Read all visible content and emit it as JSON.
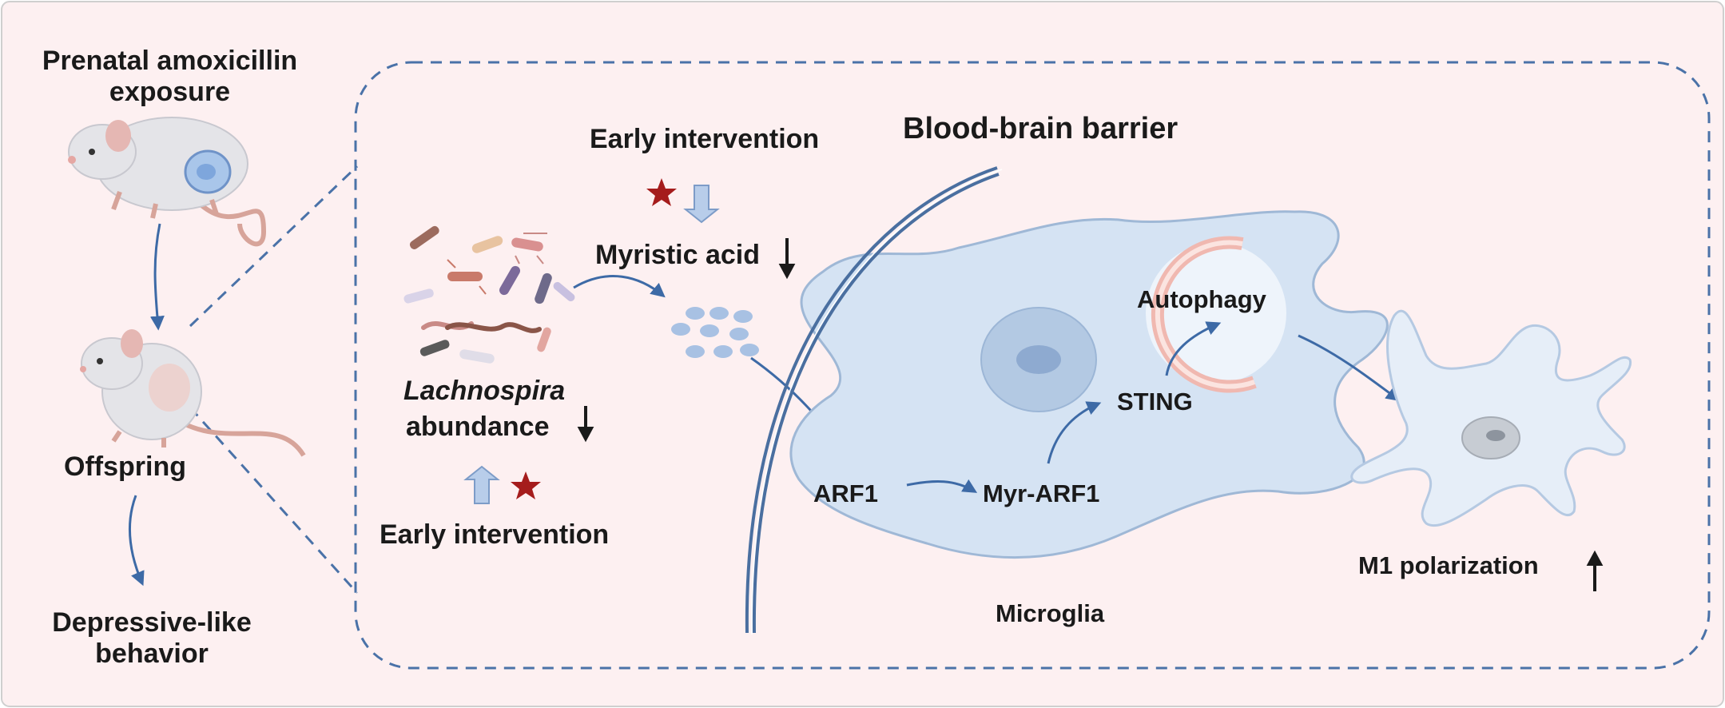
{
  "labels": {
    "prenatal_line1": "Prenatal amoxicillin",
    "prenatal_line2": "exposure",
    "offspring": "Offspring",
    "depressive_line1": "Depressive-like",
    "depressive_line2": "behavior",
    "early_intervention_top": "Early intervention",
    "early_intervention_bottom": "Early intervention",
    "myristic_acid": "Myristic acid",
    "lachnospira": "Lachnospira",
    "abundance": "abundance",
    "blood_brain_barrier": "Blood-brain barrier",
    "autophagy": "Autophagy",
    "sting": "STING",
    "arf1": "ARF1",
    "myr_arf1": "Myr-ARF1",
    "microglia": "Microglia",
    "m1_polarization": "M1 polarization"
  },
  "colors": {
    "background": "#fdf0f1",
    "dashed_border": "#4a72a8",
    "flow_arrow": "#3d6aa6",
    "intervention_arrow_fill": "#b8cdea",
    "star": "#a51c1c",
    "cell_fill": "#d5e3f3",
    "cell_stroke": "#9fb8d6",
    "nucleus": "#b3c9e3",
    "autophagosome": "#f0b8b0",
    "mouse_body": "#e4e4e8"
  },
  "icons": [
    "mouse-pregnant-icon",
    "mouse-offspring-icon",
    "bacteria-cluster-icon",
    "fatty-acid-dots-icon",
    "star-icon",
    "microglia-cell-icon",
    "activated-microglia-icon"
  ]
}
